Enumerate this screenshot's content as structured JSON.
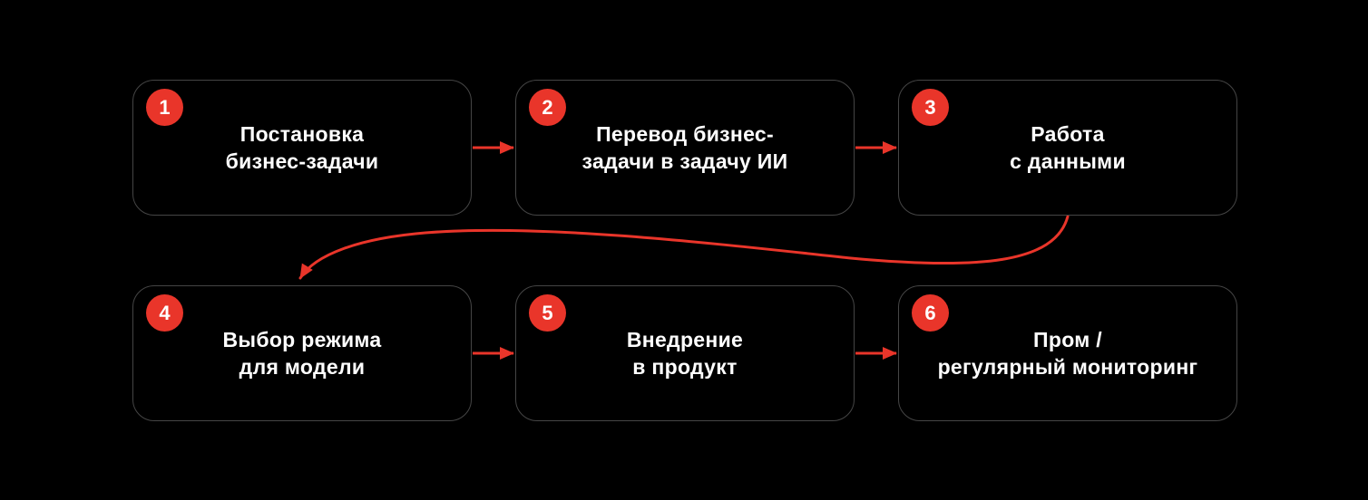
{
  "diagram": {
    "steps": [
      {
        "number": "1",
        "line1": "Постановка",
        "line2": "бизнес-задачи"
      },
      {
        "number": "2",
        "line1": "Перевод бизнес-",
        "line2": "задачи в задачу ИИ"
      },
      {
        "number": "3",
        "line1": "Работа",
        "line2": "с данными"
      },
      {
        "number": "4",
        "line1": "Выбор режима",
        "line2": "для модели"
      },
      {
        "number": "5",
        "line1": "Внедрение",
        "line2": "в продукт"
      },
      {
        "number": "6",
        "line1": "Пром /",
        "line2": "регулярный мониторинг"
      }
    ],
    "connections": [
      {
        "from": "1",
        "to": "2",
        "type": "straight-right"
      },
      {
        "from": "2",
        "to": "3",
        "type": "straight-right"
      },
      {
        "from": "3",
        "to": "4",
        "type": "curved-s-down"
      },
      {
        "from": "4",
        "to": "5",
        "type": "straight-right"
      },
      {
        "from": "5",
        "to": "6",
        "type": "straight-right"
      }
    ]
  },
  "colors": {
    "background": "#000000",
    "accent_red": "#E9352A",
    "card_border": "#454545",
    "text": "#FFFFFF"
  }
}
